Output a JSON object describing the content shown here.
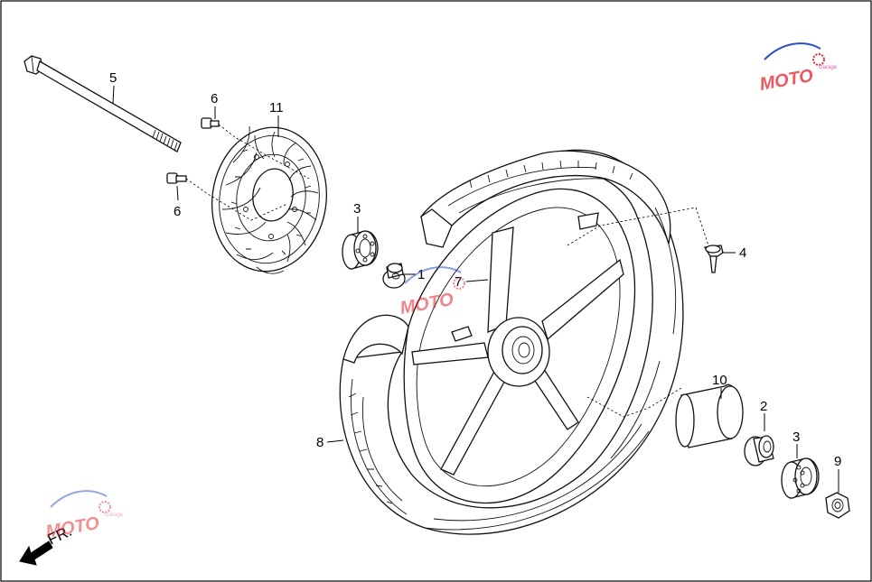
{
  "diagram": {
    "callouts": {
      "p1": "1",
      "p2": "2",
      "p3a": "3",
      "p3b": "3",
      "p4": "4",
      "p5": "5",
      "p6a": "6",
      "p6b": "6",
      "p7": "7",
      "p8": "8",
      "p9": "9",
      "p10": "10",
      "p11": "11"
    },
    "direction_label": "FR.",
    "watermark": {
      "main": "MOTO",
      "sub": "Garage",
      "colors": {
        "red": "#e8202a",
        "blue": "#2a4fc4",
        "pink": "#e85aa8"
      }
    }
  }
}
